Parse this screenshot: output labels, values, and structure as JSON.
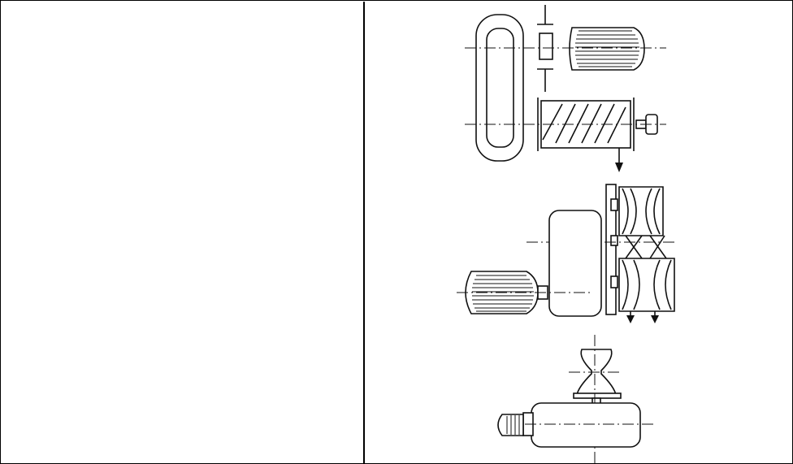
{
  "table": {
    "left_cell_text": ""
  },
  "diagram": {
    "colors": {
      "line": "#111111",
      "background": "#ffffff"
    },
    "parts": [
      "belt-housing",
      "coupling",
      "motor-top",
      "screw-conveyor",
      "end-gear",
      "pulley-stack",
      "gearbox",
      "motor-middle",
      "capstan-pulley",
      "motor-bottom"
    ]
  }
}
